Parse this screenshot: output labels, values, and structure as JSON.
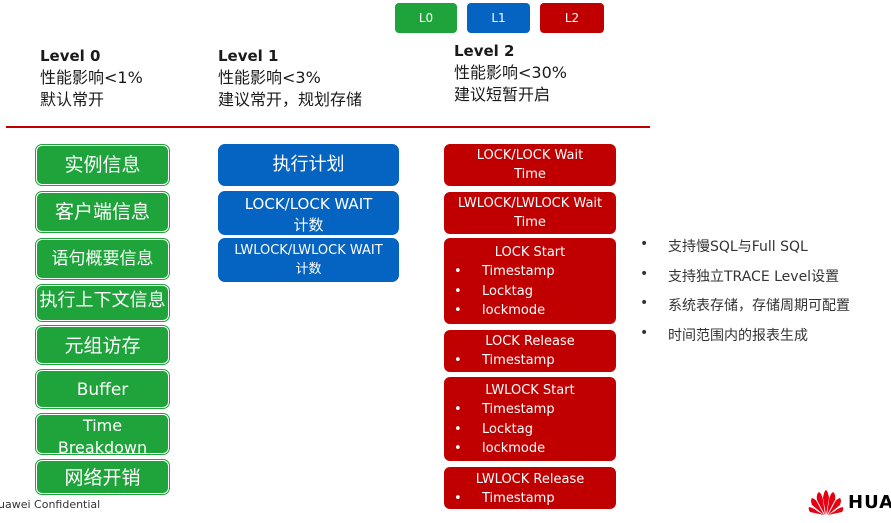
{
  "legend": [
    {
      "label": "L0",
      "color": "#1fa33b"
    },
    {
      "label": "L1",
      "color": "#0563c1"
    },
    {
      "label": "L2",
      "color": "#c00000"
    }
  ],
  "levels": [
    {
      "title": "Level 0",
      "line1": "性能影响<1%",
      "line2": "默认常开"
    },
    {
      "title": "Level 1",
      "line1": "性能影响<3%",
      "line2": "建议常开，规划存储"
    },
    {
      "title": "Level 2",
      "line1": "性能影响<30%",
      "line2": "建议短暂开启"
    }
  ],
  "level0_items": [
    "实例信息",
    "客户端信息",
    "语句概要信息",
    "执行上下文信息",
    "元组访存",
    "Buffer",
    "Time Breakdown",
    "网络开销"
  ],
  "level1_items": [
    "执行计划",
    "LOCK/LOCK WAIT 计数",
    "LWLOCK/LWLOCK WAIT 计数"
  ],
  "level2_items": [
    {
      "title": "LOCK/LOCK Wait Time",
      "bullets": []
    },
    {
      "title": "LWLOCK/LWLOCK Wait Time",
      "bullets": []
    },
    {
      "title": "LOCK Start",
      "bullets": [
        "Timestamp",
        "Locktag",
        "lockmode"
      ]
    },
    {
      "title": "LOCK Release",
      "bullets": [
        "Timestamp"
      ]
    },
    {
      "title": "LWLOCK Start",
      "bullets": [
        "Timestamp",
        "Locktag",
        "lockmode"
      ]
    },
    {
      "title": "LWLOCK Release",
      "bullets": [
        "Timestamp"
      ]
    }
  ],
  "bullet_char": "•",
  "features": [
    "支持慢SQL与Full SQL",
    "支持独立TRACE Level设置",
    "系统表存储，存储周期可配置",
    "时间范围内的报表生成"
  ],
  "footer": "uawei Confidential",
  "logo_text": "HUA"
}
